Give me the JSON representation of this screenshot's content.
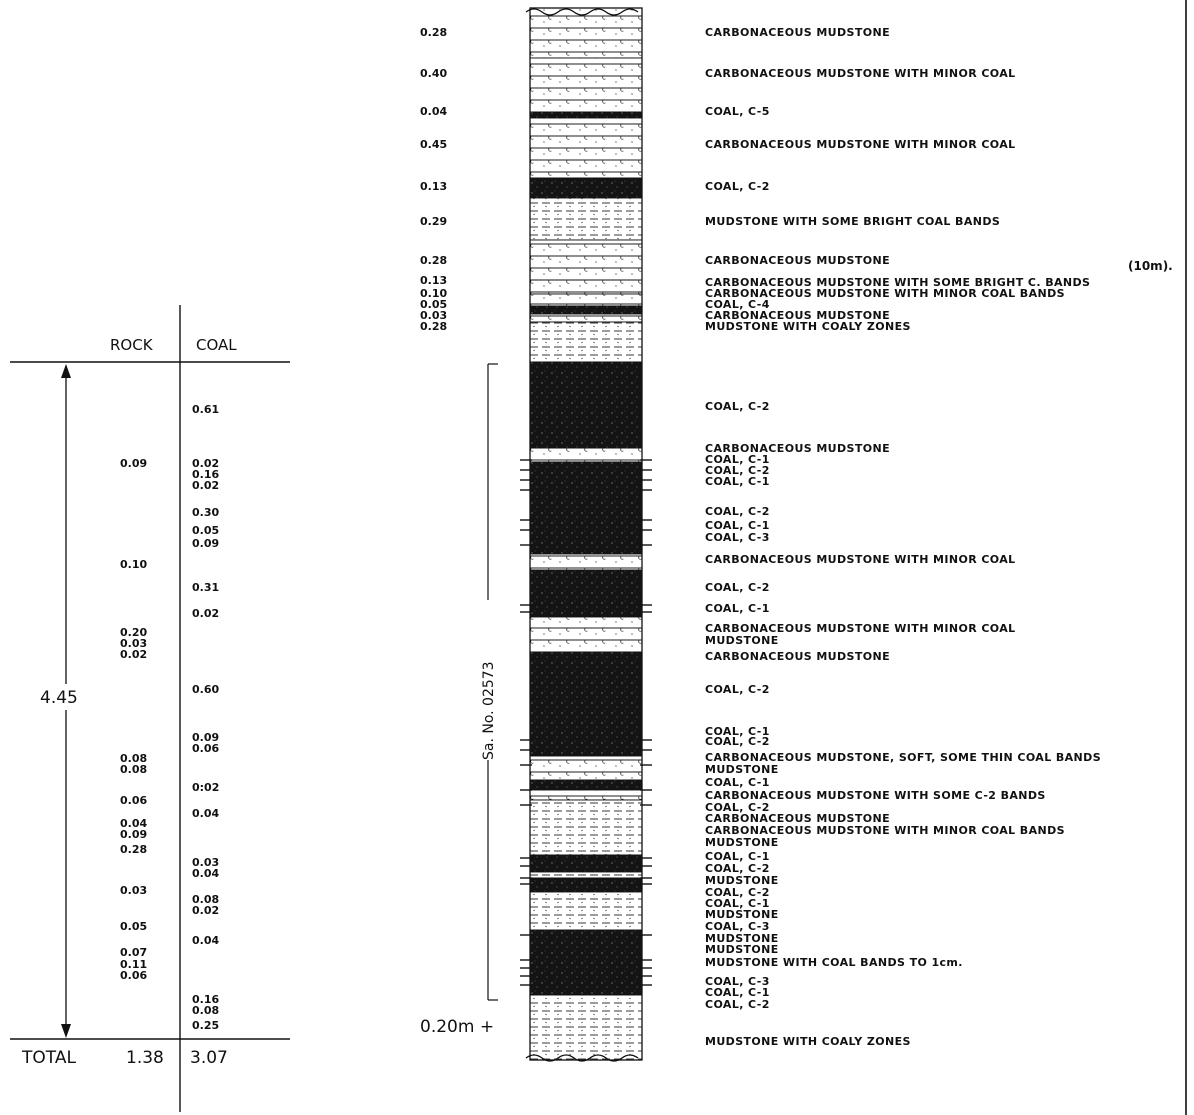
{
  "summary": {
    "rock_header": "ROCK",
    "coal_header": "COAL",
    "total_label": "TOTAL",
    "total_rock": "1.38",
    "total_coal": "3.07",
    "total_thickness": "4.45",
    "rock_values": [
      {
        "v": "0.09"
      },
      {
        "v": "0.10"
      },
      {
        "v": "0.20"
      },
      {
        "v": "0.03"
      },
      {
        "v": "0.02"
      },
      {
        "v": "0.08"
      },
      {
        "v": "0.08"
      },
      {
        "v": "0.06"
      },
      {
        "v": "0.04"
      },
      {
        "v": "0.09"
      },
      {
        "v": "0.28"
      },
      {
        "v": "0.03"
      },
      {
        "v": "0.05"
      },
      {
        "v": "0.07"
      },
      {
        "v": "0.11"
      },
      {
        "v": "0.06"
      }
    ],
    "coal_values": [
      {
        "v": "0.61"
      },
      {
        "v": "0.02"
      },
      {
        "v": "0.16"
      },
      {
        "v": "0.02"
      },
      {
        "v": "0.30"
      },
      {
        "v": "0.05"
      },
      {
        "v": "0.09"
      },
      {
        "v": "0.31"
      },
      {
        "v": "0.02"
      },
      {
        "v": "0.60"
      },
      {
        "v": "0.09"
      },
      {
        "v": "0.06"
      },
      {
        "v": "0:02"
      },
      {
        "v": "0.04"
      },
      {
        "v": "0.03"
      },
      {
        "v": "0.04"
      },
      {
        "v": "0.08"
      },
      {
        "v": "0.02"
      },
      {
        "v": "0.04"
      },
      {
        "v": "0.16"
      },
      {
        "v": "0.08"
      },
      {
        "v": "0.25"
      }
    ]
  },
  "column": {
    "sample_label": "Sa. No. 02573",
    "base_label": "0.20m +",
    "upper_thicknesses": [
      "0.28",
      "0.40",
      "0.04",
      "0.45",
      "0.13",
      "0.29",
      "0.28",
      "0.13",
      "0.10",
      "0.05",
      "0.03",
      "0.28"
    ],
    "note": "(10m)."
  },
  "descriptions": [
    "CARBONACEOUS  MUDSTONE",
    "CARBONACEOUS  MUDSTONE WITH MINOR COAL",
    "COAL,  C-5",
    "CARBONACEOUS  MUDSTONE WITH MINOR COAL",
    "COAL,  C-2",
    "MUDSTONE WITH SOME BRIGHT COAL BANDS",
    "CARBONACEOUS  MUDSTONE",
    "CARBONACEOUS  MUDSTONE WITH SOME BRIGHT C. BANDS",
    "CARBONACEOUS MUDSTONE WITH MINOR COAL BANDS",
    "COAL,  C-4",
    "CARBONACEOUS MUDSTONE",
    "MUDSTONE WITH COALY ZONES",
    "COAL,  C-2",
    "CARBONACEOUS  MUDSTONE",
    "COAL,  C-1",
    "COAL,  C-2",
    "COAL,  C-1",
    "COAL,  C-2",
    "COAL,  C-1",
    "COAL,  C-3",
    "CARBONACEOUS  MUDSTONE WITH MINOR COAL",
    "COAL,  C-2",
    "COAL,  C-1",
    "CARBONACEOUS  MUDSTONE WITH MINOR COAL",
    "MUDSTONE",
    "CARBONACEOUS  MUDSTONE",
    "COAL,  C-2",
    "COAL,  C-1",
    "COAL,  C-2",
    "CARBONACEOUS MUDSTONE, SOFT, SOME THIN COAL BANDS",
    "MUDSTONE",
    "COAL,  C-1",
    "CARBONACEOUS MUDSTONE WITH SOME C-2 BANDS",
    "COAL,  C-2",
    "CARBONACEOUS  MUDSTONE",
    "CARBONACEOUS  MUDSTONE WITH MINOR COAL BANDS",
    "MUDSTONE",
    "COAL,  C-1",
    "COAL,  C-2",
    "MUDSTONE",
    "COAL,  C-2",
    "COAL,  C-1",
    "MUDSTONE",
    "COAL,  C-3",
    "MUDSTONE",
    "MUDSTONE",
    "MUDSTONE WITH COAL BANDS TO  1cm.",
    "COAL,  C-3",
    "COAL,  C-1",
    "COAL,  C-2",
    "MUDSTONE WITH COALY ZONES"
  ]
}
